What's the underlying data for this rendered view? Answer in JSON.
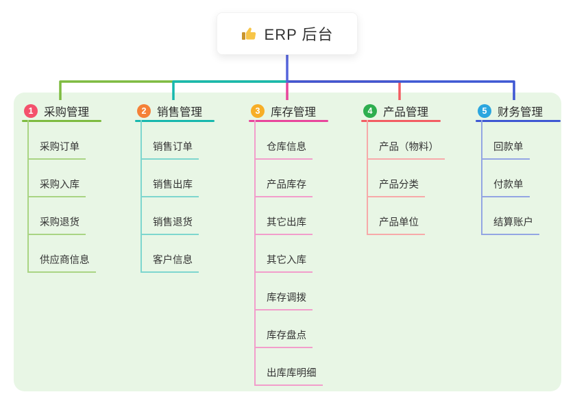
{
  "root": {
    "label": "ERP 后台",
    "icon": "thumbs-up-icon",
    "trunk_color": "#5564DB"
  },
  "panel_color": "#E8F6E5",
  "branches": [
    {
      "num": "1",
      "label": "采购管理",
      "color": "#7EBB40",
      "light_color": "#A9D483",
      "badge_color": "#F4516C",
      "children": [
        "采购订单",
        "采购入库",
        "采购退货",
        "供应商信息"
      ]
    },
    {
      "num": "2",
      "label": "销售管理",
      "color": "#17B8AE",
      "light_color": "#7DD6CE",
      "badge_color": "#F58138",
      "children": [
        "销售订单",
        "销售出库",
        "销售退货",
        "客户信息"
      ]
    },
    {
      "num": "3",
      "label": "库存管理",
      "color": "#E8459C",
      "light_color": "#F29DCB",
      "badge_color": "#F7AE27",
      "children": [
        "仓库信息",
        "产品库存",
        "其它出库",
        "其它入库",
        "库存调拨",
        "库存盘点",
        "出库库明细"
      ]
    },
    {
      "num": "4",
      "label": "产品管理",
      "color": "#F25C62",
      "light_color": "#F7A9A9",
      "badge_color": "#2EAE4F",
      "children": [
        "产品（物料）",
        "产品分类",
        "产品单位"
      ]
    },
    {
      "num": "5",
      "label": "财务管理",
      "color": "#3E57D3",
      "light_color": "#93A5E3",
      "badge_color": "#2BA6DF",
      "children": [
        "回款单",
        "付款单",
        "结算账户"
      ]
    }
  ]
}
